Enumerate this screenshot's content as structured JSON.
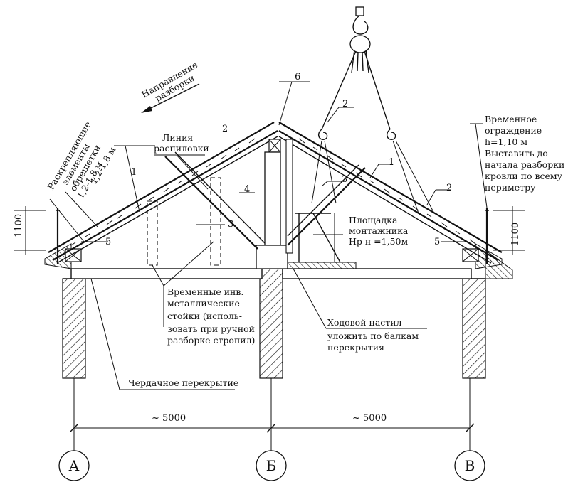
{
  "labels": {
    "spacer_elements": [
      "Раскрепляющие",
      "элементы",
      "обрешетки",
      "1,2-1,8 м"
    ],
    "spacer_elements_second": "1,2-1,8 м",
    "direction": [
      "Направление",
      "разборки"
    ],
    "cut_line": [
      "Линия",
      "распиловки"
    ],
    "temp_fence": [
      "Временное",
      "ограждение",
      "h=1,10 м",
      "Выставить до",
      "начала разборки",
      "кровли по всему",
      "периметру"
    ],
    "platform": [
      "Площадка",
      "монтажника",
      "Нр н =1,50м"
    ],
    "temp_posts": [
      "Временные инв.",
      "металлические",
      "стойки (исполь-",
      "зовать при ручной",
      "разборке стропил)"
    ],
    "walkway": [
      "Ходовой настил",
      "уложить по балкам",
      "перекрытия"
    ],
    "attic_floor": "Чердачное перекрытие"
  },
  "markers": {
    "m1_left": "1",
    "m1_right": "1",
    "m2_left": "2",
    "m2_top": "2",
    "m2_right": "2",
    "m3_left": "3",
    "m3_right": "3",
    "m4": "4",
    "m5_left": "5",
    "m5_right": "5",
    "m6": "6"
  },
  "dimensions": {
    "height_left": "1100",
    "height_right": "1100",
    "span_left": "~ 5000",
    "span_right": "~ 5000"
  },
  "axes": [
    "А",
    "Б",
    "В"
  ]
}
